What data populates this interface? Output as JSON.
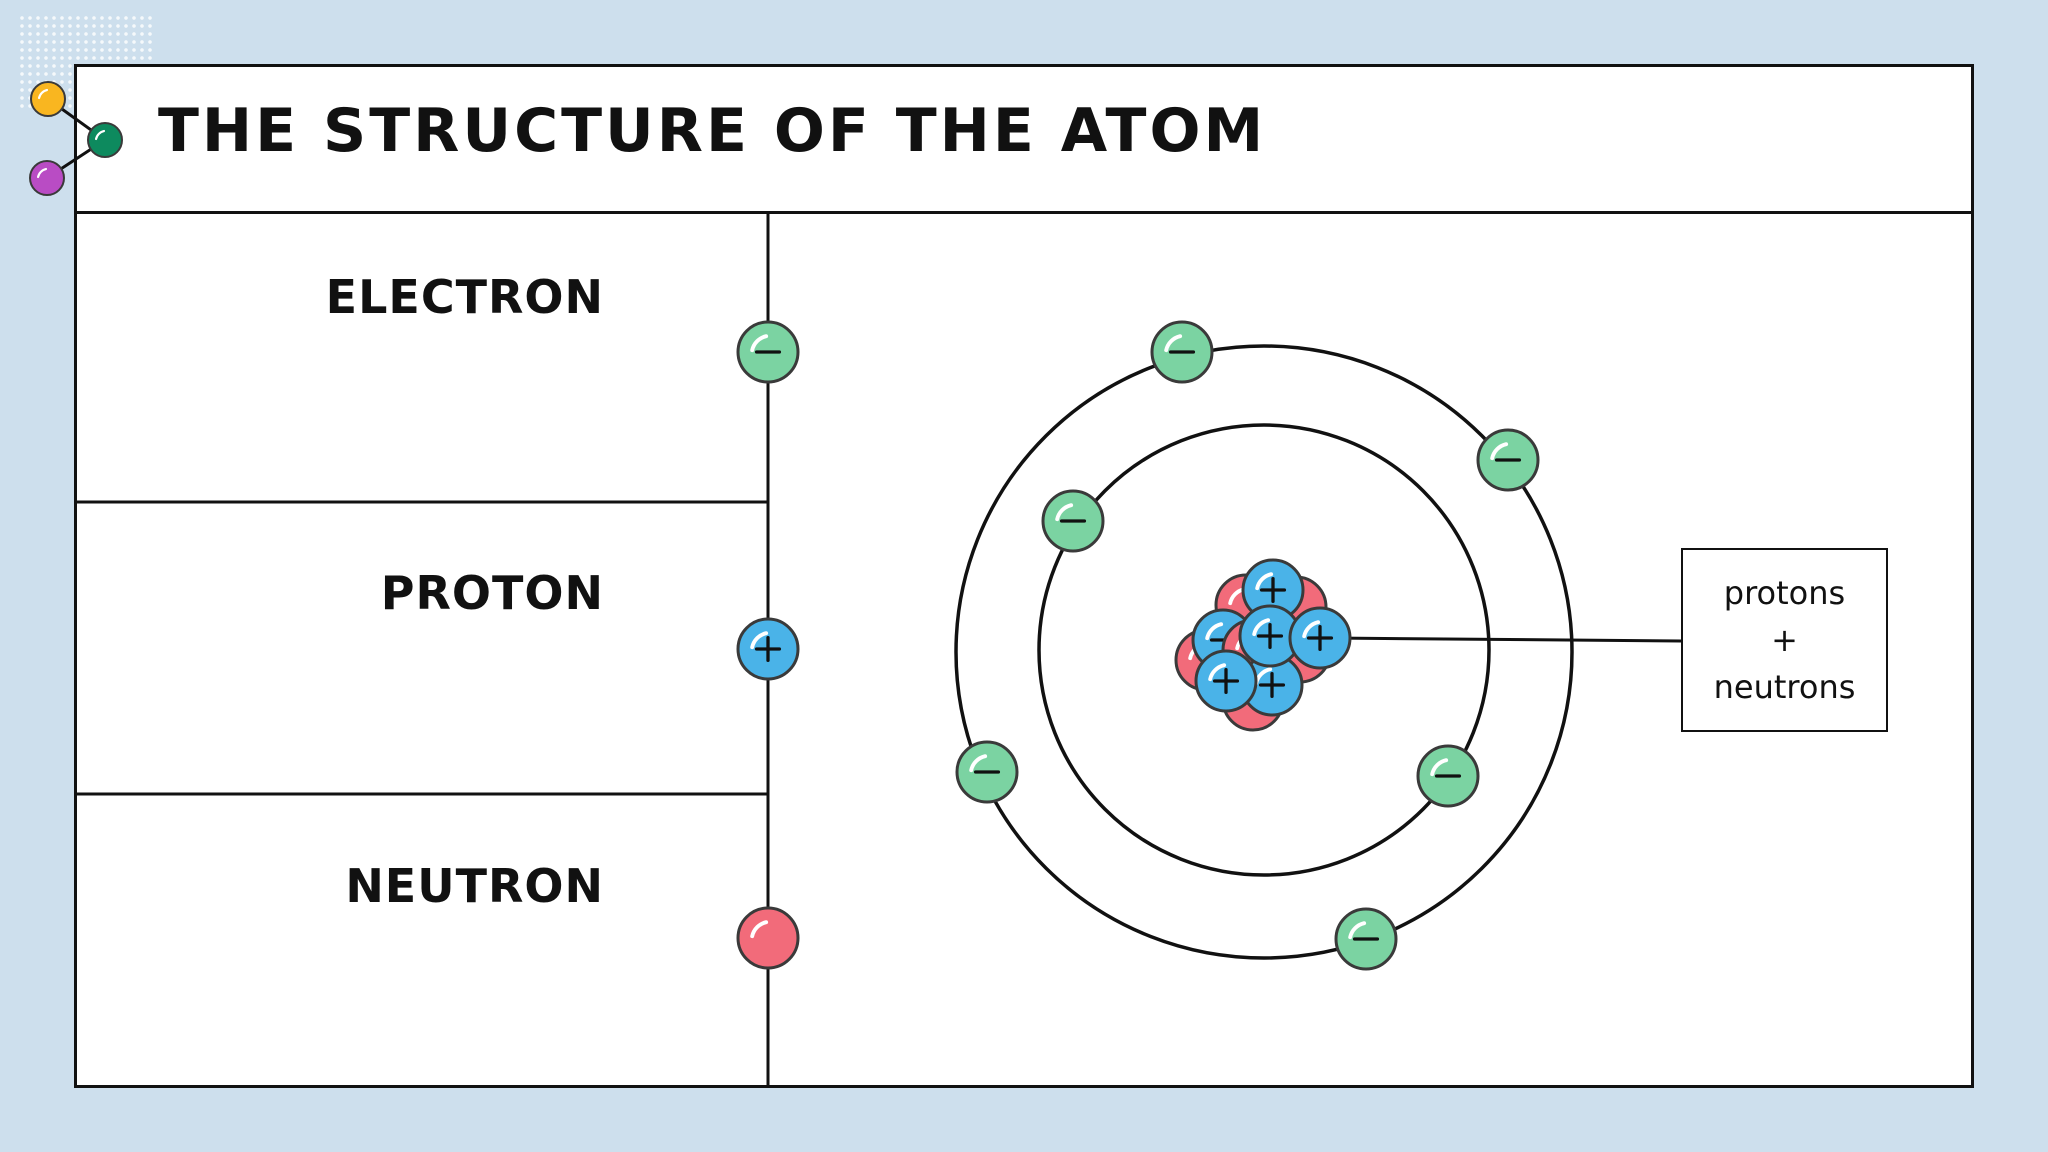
{
  "slide": {
    "title": "THE STRUCTURE OF THE ATOM"
  },
  "particles": [
    {
      "name": "ELECTRON",
      "sign": "−",
      "color": "#7bd3a2"
    },
    {
      "name": "PROTON",
      "sign": "+",
      "color": "#4ab3e8"
    },
    {
      "name": "NEUTRON",
      "sign": "",
      "color": "#f26b7a"
    }
  ],
  "nucleus_label": {
    "line1": "protons",
    "line2": "+",
    "line3": "neutrons"
  },
  "logo_colors": [
    "#f9b620",
    "#0d8a5e",
    "#b94cc4"
  ],
  "icons": {
    "electron": "minus-sign",
    "proton": "plus-sign"
  }
}
